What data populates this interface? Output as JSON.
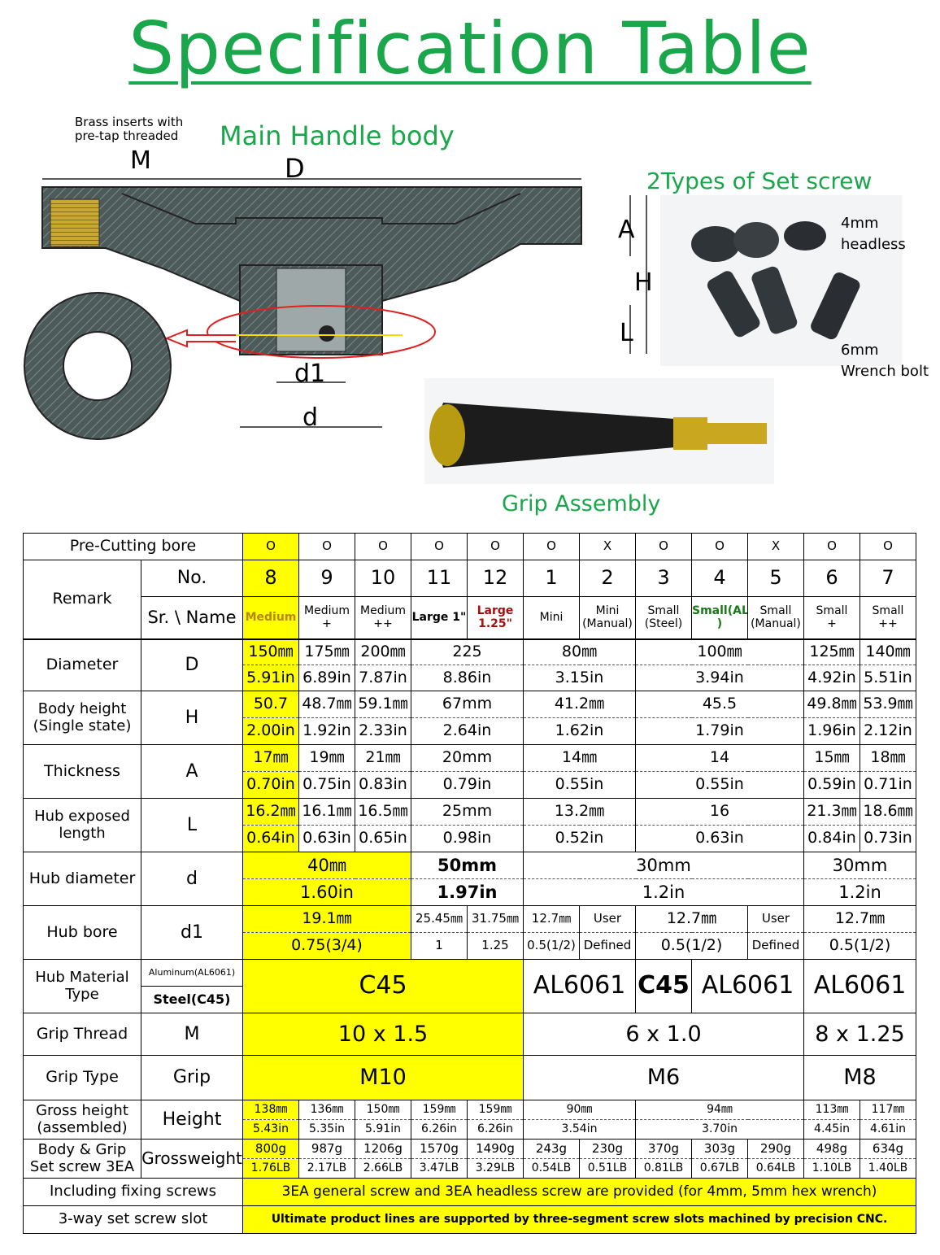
{
  "title": "Specification Table",
  "figure": {
    "brass_note": "Brass inserts with\npre-tap threaded",
    "main_handle": "Main Handle body",
    "m": "M",
    "d_upper": "D",
    "a": "A",
    "h": "H",
    "l": "L",
    "d1": "d1",
    "d_lower": "d",
    "set_screw_title": "2Types of Set screw",
    "headless": "4mm\nheadless",
    "wrench": "6mm\nWrench bolt",
    "grip_assembly": "Grip Assembly"
  },
  "table": {
    "precut_label": "Pre-Cutting bore",
    "precut": [
      "O",
      "O",
      "O",
      "O",
      "O",
      "O",
      "X",
      "O",
      "O",
      "X",
      "O",
      "O"
    ],
    "remark": "Remark",
    "no_label": "No.",
    "numbers": [
      "8",
      "9",
      "10",
      "11",
      "12",
      "1",
      "2",
      "3",
      "4",
      "5",
      "6",
      "7"
    ],
    "name_label": "Sr. \\ Name",
    "names": [
      "Medium",
      "Medium\n+",
      "Medium\n++",
      "Large 1\"",
      "Large\n1.25\"",
      "Mini",
      "Mini\n(Manual)",
      "Small\n(Steel)",
      "Small(AL\n)",
      "Small\n(Manual)",
      "Small\n+",
      "Small\n++"
    ],
    "diameter": "Diameter",
    "diameter_sym": "D",
    "dia_mm": [
      "150㎜",
      "175㎜",
      "200㎜",
      "225",
      "80㎜",
      "100㎜",
      "125㎜",
      "140㎜"
    ],
    "dia_in": [
      "5.91in",
      "6.89in",
      "7.87in",
      "8.86in",
      "3.15in",
      "3.94in",
      "4.92in",
      "5.51in"
    ],
    "body_height": "Body height\n(Single state)",
    "body_height_sym": "H",
    "h_mm": [
      "50.7",
      "48.7㎜",
      "59.1㎜",
      "67mm",
      "41.2㎜",
      "45.5",
      "49.8㎜",
      "53.9㎜"
    ],
    "h_in": [
      "2.00in",
      "1.92in",
      "2.33in",
      "2.64in",
      "1.62in",
      "1.79in",
      "1.96in",
      "2.12in"
    ],
    "thickness": "Thickness",
    "thickness_sym": "A",
    "a_mm": [
      "17㎜",
      "19㎜",
      "21㎜",
      "20mm",
      "14㎜",
      "14",
      "15㎜",
      "18㎜"
    ],
    "a_in": [
      "0.70in",
      "0.75in",
      "0.83in",
      "0.79in",
      "0.55in",
      "0.55in",
      "0.59in",
      "0.71in"
    ],
    "hub_exposed": "Hub exposed\nlength",
    "hub_exposed_sym": "L",
    "l_mm": [
      "16.2㎜",
      "16.1㎜",
      "16.5㎜",
      "25mm",
      "13.2㎜",
      "16",
      "21.3㎜",
      "18.6㎜"
    ],
    "l_in": [
      "0.64in",
      "0.63in",
      "0.65in",
      "0.98in",
      "0.52in",
      "0.63in",
      "0.84in",
      "0.73in"
    ],
    "hub_diameter": "Hub diameter",
    "hub_diameter_sym": "d",
    "hd_mm": [
      "40㎜",
      "50mm",
      "30mm",
      "30mm"
    ],
    "hd_in": [
      "1.60in",
      "1.97in",
      "1.2in",
      "1.2in"
    ],
    "hub_bore": "Hub bore",
    "hub_bore_sym": "d1",
    "hb_mm": [
      "19.1㎜",
      "25.45㎜",
      "31.75㎜",
      "12.7㎜",
      "User",
      "12.7㎜",
      "User",
      "12.7㎜"
    ],
    "hb_in": [
      "0.75(3/4)",
      "1",
      "1.25",
      "0.5(1/2)",
      "Defined",
      "0.5(1/2)",
      "Defined",
      "0.5(1/2)"
    ],
    "hub_material": "Hub Material\nType",
    "mat_al": "Aluminum(AL6061)",
    "mat_steel": "Steel(C45)",
    "materials": [
      "C45",
      "AL6061",
      "C45",
      "AL6061",
      "AL6061"
    ],
    "grip_thread": "Grip Thread",
    "grip_thread_sym": "M",
    "threads": [
      "10 x 1.5",
      "6 x 1.0",
      "8 x 1.25"
    ],
    "grip_type": "Grip Type",
    "grip_type_sym": "Grip",
    "grips": [
      "M10",
      "M6",
      "M8"
    ],
    "gross_height": "Gross height\n(assembled)",
    "gross_height_sym": "Height",
    "gh_mm": [
      "138㎜",
      "136㎜",
      "150㎜",
      "159㎜",
      "159㎜",
      "90㎜",
      "94㎜",
      "113㎜",
      "117㎜"
    ],
    "gh_in": [
      "5.43in",
      "5.35in",
      "5.91in",
      "6.26in",
      "6.26in",
      "3.54in",
      "3.70in",
      "4.45in",
      "4.61in"
    ],
    "body_grip": "Body & Grip\nSet screw 3EA",
    "body_grip_sym": "Grossweight",
    "gw_g": [
      "800g",
      "987g",
      "1206g",
      "1570g",
      "1490g",
      "243g",
      "230g",
      "370g",
      "303g",
      "290g",
      "498g",
      "634g"
    ],
    "gw_lb": [
      "1.76LB",
      "2.17LB",
      "2.66LB",
      "3.47LB",
      "3.29LB",
      "0.54LB",
      "0.51LB",
      "0.81LB",
      "0.67LB",
      "0.64LB",
      "1.10LB",
      "1.40LB"
    ],
    "including": "Including fixing screws",
    "including_text": "3EA general screw and 3EA headless screw are provided (for 4mm, 5mm hex wrench)",
    "slot": "3-way set screw slot",
    "slot_text": "Ultimate product lines are supported by three-segment screw slots machined by precision CNC."
  },
  "colors": {
    "title_green": "#1aa64a",
    "highlight": "#ffff00"
  }
}
